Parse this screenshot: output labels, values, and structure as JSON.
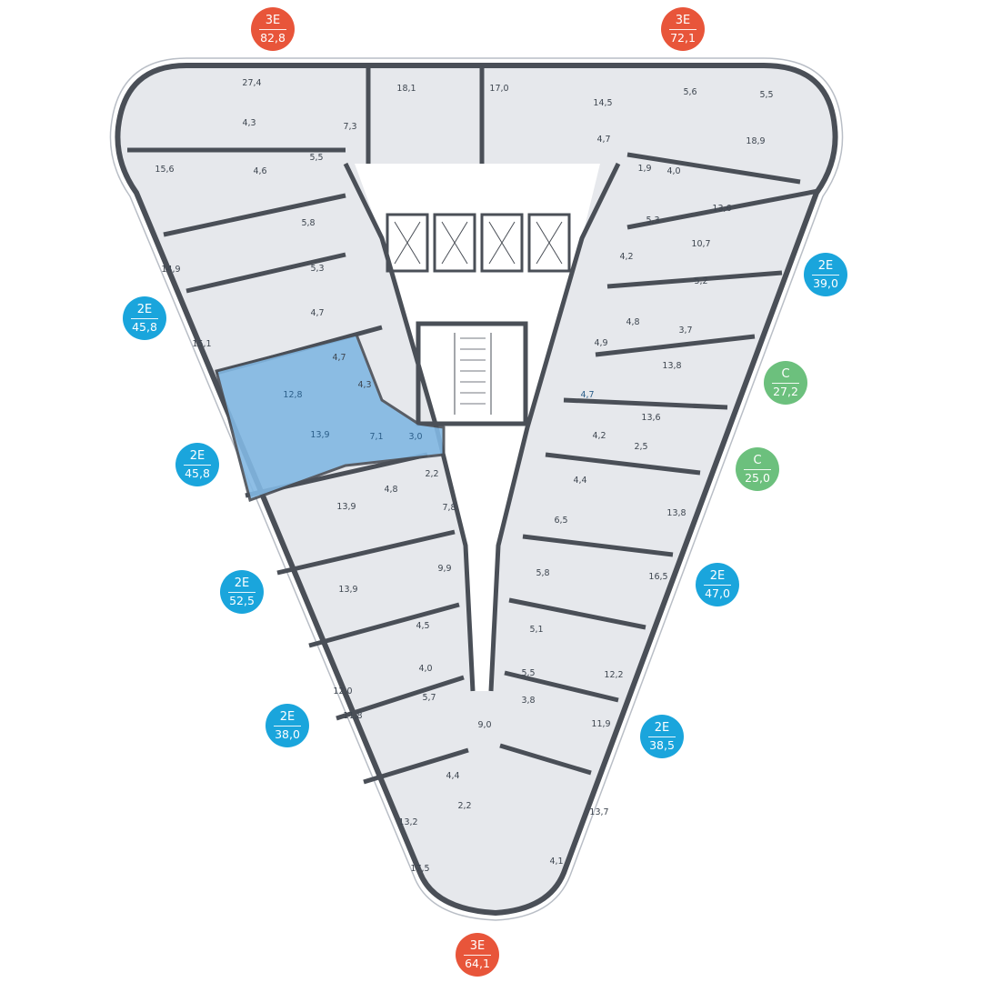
{
  "badge_colors": {
    "three_room": "#e8553a",
    "two_room": "#1aa5dc",
    "studio": "#6cc07d"
  },
  "plan_colors": {
    "floor": "#e6e8ec",
    "wall": "#4a4f57",
    "selected": "#82b8e3",
    "core": "#ffffff"
  },
  "apartments": [
    {
      "type": "3E",
      "area": "82,8",
      "kind": "three_room"
    },
    {
      "type": "3E",
      "area": "72,1",
      "kind": "three_room"
    },
    {
      "type": "2E",
      "area": "39,0",
      "kind": "two_room"
    },
    {
      "type": "2E",
      "area": "45,8",
      "kind": "two_room"
    },
    {
      "type": "С",
      "area": "27,2",
      "kind": "studio"
    },
    {
      "type": "2E",
      "area": "45,8",
      "kind": "two_room"
    },
    {
      "type": "С",
      "area": "25,0",
      "kind": "studio"
    },
    {
      "type": "2E",
      "area": "52,5",
      "kind": "two_room"
    },
    {
      "type": "2E",
      "area": "47,0",
      "kind": "two_room"
    },
    {
      "type": "2E",
      "area": "38,0",
      "kind": "two_room"
    },
    {
      "type": "2E",
      "area": "38,5",
      "kind": "two_room"
    },
    {
      "type": "3E",
      "area": "64,1",
      "kind": "three_room"
    }
  ],
  "room_areas": [
    "27,4",
    "18,1",
    "17,0",
    "14,5",
    "5,6",
    "5,5",
    "4,3",
    "7,3",
    "4,7",
    "18,9",
    "15,6",
    "4,6",
    "5,5",
    "1,9",
    "4,0",
    "5,8",
    "5,3",
    "13,6",
    "14,9",
    "10,7",
    "5,3",
    "4,2",
    "5,2",
    "4,7",
    "4,8",
    "3,7",
    "15,1",
    "4,7",
    "4,9",
    "13,8",
    "4,3",
    "12,8",
    "4,7",
    "13,9",
    "7,1",
    "3,0",
    "13,6",
    "4,2",
    "2,5",
    "2,2",
    "4,8",
    "4,4",
    "7,8",
    "13,8",
    "13,9",
    "6,5",
    "9,9",
    "5,8",
    "16,5",
    "13,9",
    "4,5",
    "5,1",
    "4,0",
    "5,5",
    "12,2",
    "12,0",
    "5,7",
    "3,8",
    "11,8",
    "9,0",
    "11,9",
    "4,4",
    "2,2",
    "13,2",
    "13,7",
    "4,1",
    "17,5"
  ]
}
